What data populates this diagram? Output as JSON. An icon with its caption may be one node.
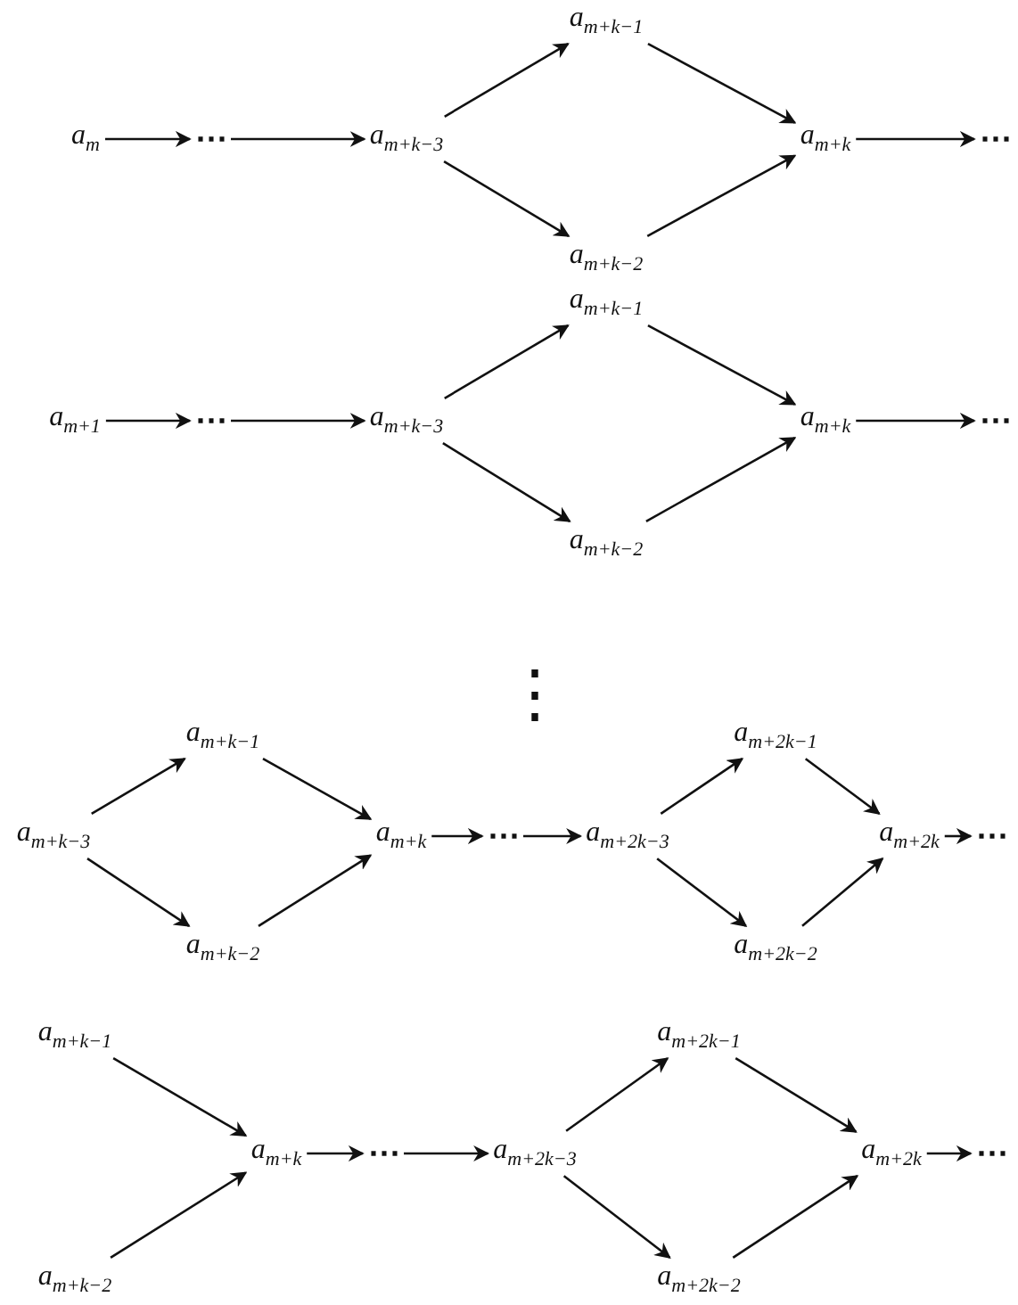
{
  "diagram": {
    "nodes": [
      {
        "text": [
          "a$_{m}$"
        ]
      },
      {
        "text": [
          "⋯"
        ]
      },
      {
        "text": [
          "a$_{m+k−3}$"
        ]
      },
      {
        "text": [
          "a$_{m+k−1}$"
        ]
      },
      {
        "text": [
          "a$_{m+k−2}$"
        ]
      },
      {
        "text": [
          "a$_{m+k}$"
        ]
      },
      {
        "text": [
          "⋯"
        ]
      },
      {
        "text": [
          "a$_{m+1}$"
        ]
      },
      {
        "text": [
          "⋯"
        ]
      },
      {
        "text": [
          "a$_{m+k−3}$"
        ]
      },
      {
        "text": [
          "a$_{m+k−1}$"
        ]
      },
      {
        "text": [
          "a$_{m+k−2}$"
        ]
      },
      {
        "text": [
          "a$_{m+k}$"
        ]
      },
      {
        "text": [
          "⋯"
        ]
      },
      {
        "text": [
          "a$_{m+k−3}$"
        ]
      },
      {
        "text": [
          "a$_{m+k−1}$"
        ]
      },
      {
        "text": [
          "a$_{m+k−2}$"
        ]
      },
      {
        "text": [
          "a$_{m+k}$"
        ]
      },
      {
        "text": [
          "⋯"
        ]
      },
      {
        "text": [
          "a$_{m+2k−3}$"
        ]
      },
      {
        "text": [
          "a$_{m+2k−1}$"
        ]
      },
      {
        "text": [
          "a$_{m+2k−2}$"
        ]
      },
      {
        "text": [
          "a$_{m+2k}$"
        ]
      },
      {
        "text": [
          "⋯"
        ]
      },
      {
        "text": [
          "a$_{m+k−1}$"
        ]
      },
      {
        "text": [
          "a$_{m+k−2}$"
        ]
      },
      {
        "text": [
          "a$_{m+k}$"
        ]
      },
      {
        "text": [
          "⋯"
        ]
      },
      {
        "text": [
          "a$_{m+2k−3}$"
        ]
      },
      {
        "text": [
          "a$_{m+2k−1}$"
        ]
      },
      {
        "text": [
          "a$_{m+2k−2}$"
        ]
      },
      {
        "text": [
          "a$_{m+2k}$"
        ]
      },
      {
        "text": [
          "⋯"
        ]
      }
    ],
    "edges": [
      {
        "from": 0,
        "to": 1,
        "arrow": "to"
      },
      {
        "from": 1,
        "to": 2,
        "arrow": "to"
      },
      {
        "from": 2,
        "to": 3,
        "arrow": "to"
      },
      {
        "from": 2,
        "to": 4,
        "arrow": "to"
      },
      {
        "from": 3,
        "to": 5,
        "arrow": "to"
      },
      {
        "from": 4,
        "to": 5,
        "arrow": "to"
      },
      {
        "from": 5,
        "to": 6,
        "arrow": "to"
      },
      {
        "from": 7,
        "to": 8,
        "arrow": "to"
      },
      {
        "from": 8,
        "to": 9,
        "arrow": "to"
      },
      {
        "from": 9,
        "to": 10,
        "arrow": "to"
      },
      {
        "from": 9,
        "to": 11,
        "arrow": "to"
      },
      {
        "from": 10,
        "to": 12,
        "arrow": "to"
      },
      {
        "from": 11,
        "to": 12,
        "arrow": "to"
      },
      {
        "from": 12,
        "to": 13,
        "arrow": "to"
      },
      {
        "from": 14,
        "to": 15,
        "arrow": "to"
      },
      {
        "from": 14,
        "to": 16,
        "arrow": "to"
      },
      {
        "from": 15,
        "to": 17,
        "arrow": "to"
      },
      {
        "from": 16,
        "to": 17,
        "arrow": "to"
      },
      {
        "from": 17,
        "to": 18,
        "arrow": "to"
      },
      {
        "from": 18,
        "to": 19,
        "arrow": "to"
      },
      {
        "from": 19,
        "to": 20,
        "arrow": "to"
      },
      {
        "from": 19,
        "to": 21,
        "arrow": "to"
      },
      {
        "from": 20,
        "to": 22,
        "arrow": "to"
      },
      {
        "from": 21,
        "to": 22,
        "arrow": "to"
      },
      {
        "from": 22,
        "to": 23,
        "arrow": "to"
      },
      {
        "from": 24,
        "to": 26,
        "arrow": "to"
      },
      {
        "from": 25,
        "to": 26,
        "arrow": "to"
      },
      {
        "from": 26,
        "to": 27,
        "arrow": "to"
      },
      {
        "from": 27,
        "to": 28,
        "arrow": "to"
      },
      {
        "from": 28,
        "to": 29,
        "arrow": "to"
      },
      {
        "from": 28,
        "to": 30,
        "arrow": "to"
      },
      {
        "from": 29,
        "to": 31,
        "arrow": "to"
      },
      {
        "from": 30,
        "to": 31,
        "arrow": "to"
      },
      {
        "from": 31,
        "to": 32,
        "arrow": "to"
      }
    ],
    "labels": [
      "⋮"
    ]
  }
}
